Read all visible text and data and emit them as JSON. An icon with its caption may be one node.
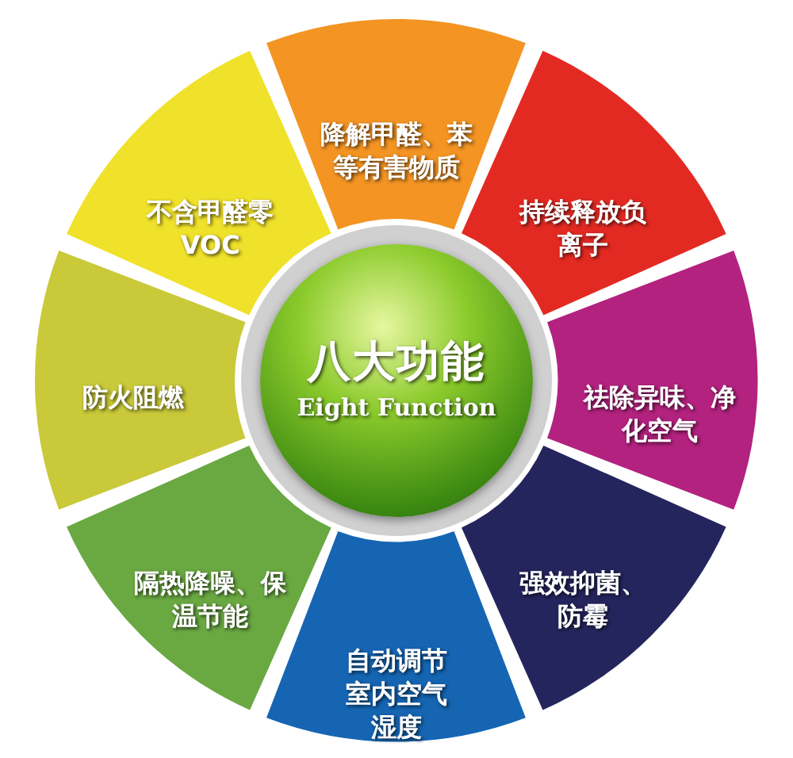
{
  "diagram": {
    "nodes": [
      {
        "text": [
          "八大功能",
          "Eight Function"
        ]
      },
      {
        "text": [
          "降解甲醛、苯等有害物质"
        ]
      },
      {
        "text": [
          "持续释放负离子"
        ]
      },
      {
        "text": [
          "祛除异味、净化空气"
        ]
      },
      {
        "text": [
          "强效抑菌、防霉"
        ]
      },
      {
        "text": [
          "自动调节室内空气湿度"
        ]
      },
      {
        "text": [
          "隔热降噪、保温节能"
        ]
      },
      {
        "text": [
          "防火阻燃"
        ]
      },
      {
        "text": [
          "不含甲醛零 VOC"
        ]
      }
    ]
  }
}
